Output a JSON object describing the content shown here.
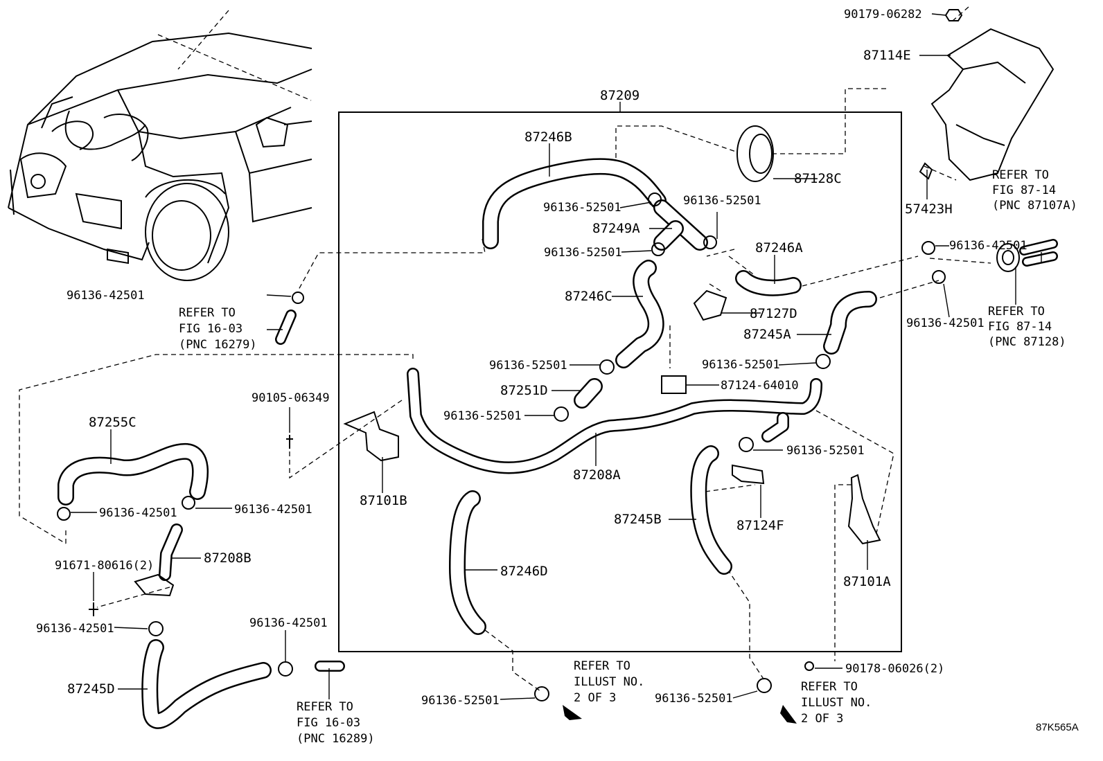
{
  "diagram_code": "87K565A",
  "frame_label": "87209",
  "parts": [
    {
      "id": "p90179",
      "label": "90179-06282"
    },
    {
      "id": "p87114e",
      "label": "87114E"
    },
    {
      "id": "p87209",
      "label": "87209"
    },
    {
      "id": "p87246b",
      "label": "87246B"
    },
    {
      "id": "p87128c",
      "label": "87128C"
    },
    {
      "id": "p96136_52501_a",
      "label": "96136-52501"
    },
    {
      "id": "p96136_52501_b",
      "label": "96136-52501"
    },
    {
      "id": "p87249a",
      "label": "87249A"
    },
    {
      "id": "p96136_52501_c",
      "label": "96136-52501"
    },
    {
      "id": "p87246a",
      "label": "87246A"
    },
    {
      "id": "p57423h",
      "label": "57423H"
    },
    {
      "id": "p96136_42501_a",
      "label": "96136-42501"
    },
    {
      "id": "p87246c",
      "label": "87246C"
    },
    {
      "id": "p87127d",
      "label": "87127D"
    },
    {
      "id": "p87245a",
      "label": "87245A"
    },
    {
      "id": "p96136_42501_b",
      "label": "96136-42501"
    },
    {
      "id": "p96136_42501_c",
      "label": "96136-42501"
    },
    {
      "id": "p96136_52501_d",
      "label": "96136-52501"
    },
    {
      "id": "p96136_52501_e",
      "label": "96136-52501"
    },
    {
      "id": "p87251d",
      "label": "87251D"
    },
    {
      "id": "p87124_64010",
      "label": "87124-64010"
    },
    {
      "id": "p90105",
      "label": "90105-06349"
    },
    {
      "id": "p96136_52501_f",
      "label": "96136-52501"
    },
    {
      "id": "p87255c",
      "label": "87255C"
    },
    {
      "id": "p96136_52501_g",
      "label": "96136-52501"
    },
    {
      "id": "p87208a",
      "label": "87208A"
    },
    {
      "id": "p87101b",
      "label": "87101B"
    },
    {
      "id": "p96136_42501_d",
      "label": "96136-42501"
    },
    {
      "id": "p96136_42501_e",
      "label": "96136-42501"
    },
    {
      "id": "p87245b",
      "label": "87245B"
    },
    {
      "id": "p87124f",
      "label": "87124F"
    },
    {
      "id": "p87208b",
      "label": "87208B"
    },
    {
      "id": "p91671",
      "label": "91671-80616(2)"
    },
    {
      "id": "p87246d",
      "label": "87246D"
    },
    {
      "id": "p87101a",
      "label": "87101A"
    },
    {
      "id": "p96136_42501_f",
      "label": "96136-42501"
    },
    {
      "id": "p96136_42501_g",
      "label": "96136-42501"
    },
    {
      "id": "p87245d",
      "label": "87245D"
    },
    {
      "id": "p96136_52501_h",
      "label": "96136-52501"
    },
    {
      "id": "p96136_52501_i",
      "label": "96136-52501"
    },
    {
      "id": "p90178",
      "label": "90178-06026(2)"
    }
  ],
  "references": {
    "fig_16_03_a": [
      "REFER TO",
      "FIG 16-03",
      "(PNC 16279)"
    ],
    "fig_87_14_a": [
      "REFER TO",
      "FIG 87-14",
      "(PNC 87107A)"
    ],
    "fig_87_14_b": [
      "REFER TO",
      "FIG 87-14",
      "(PNC 87128)"
    ],
    "fig_16_03_b": [
      "REFER TO",
      "FIG 16-03",
      "(PNC 16289)"
    ],
    "illust_a": [
      "REFER TO",
      "ILLUST NO.",
      "2 OF 3"
    ],
    "illust_b": [
      "REFER TO",
      "ILLUST NO.",
      "2 OF 3"
    ]
  }
}
